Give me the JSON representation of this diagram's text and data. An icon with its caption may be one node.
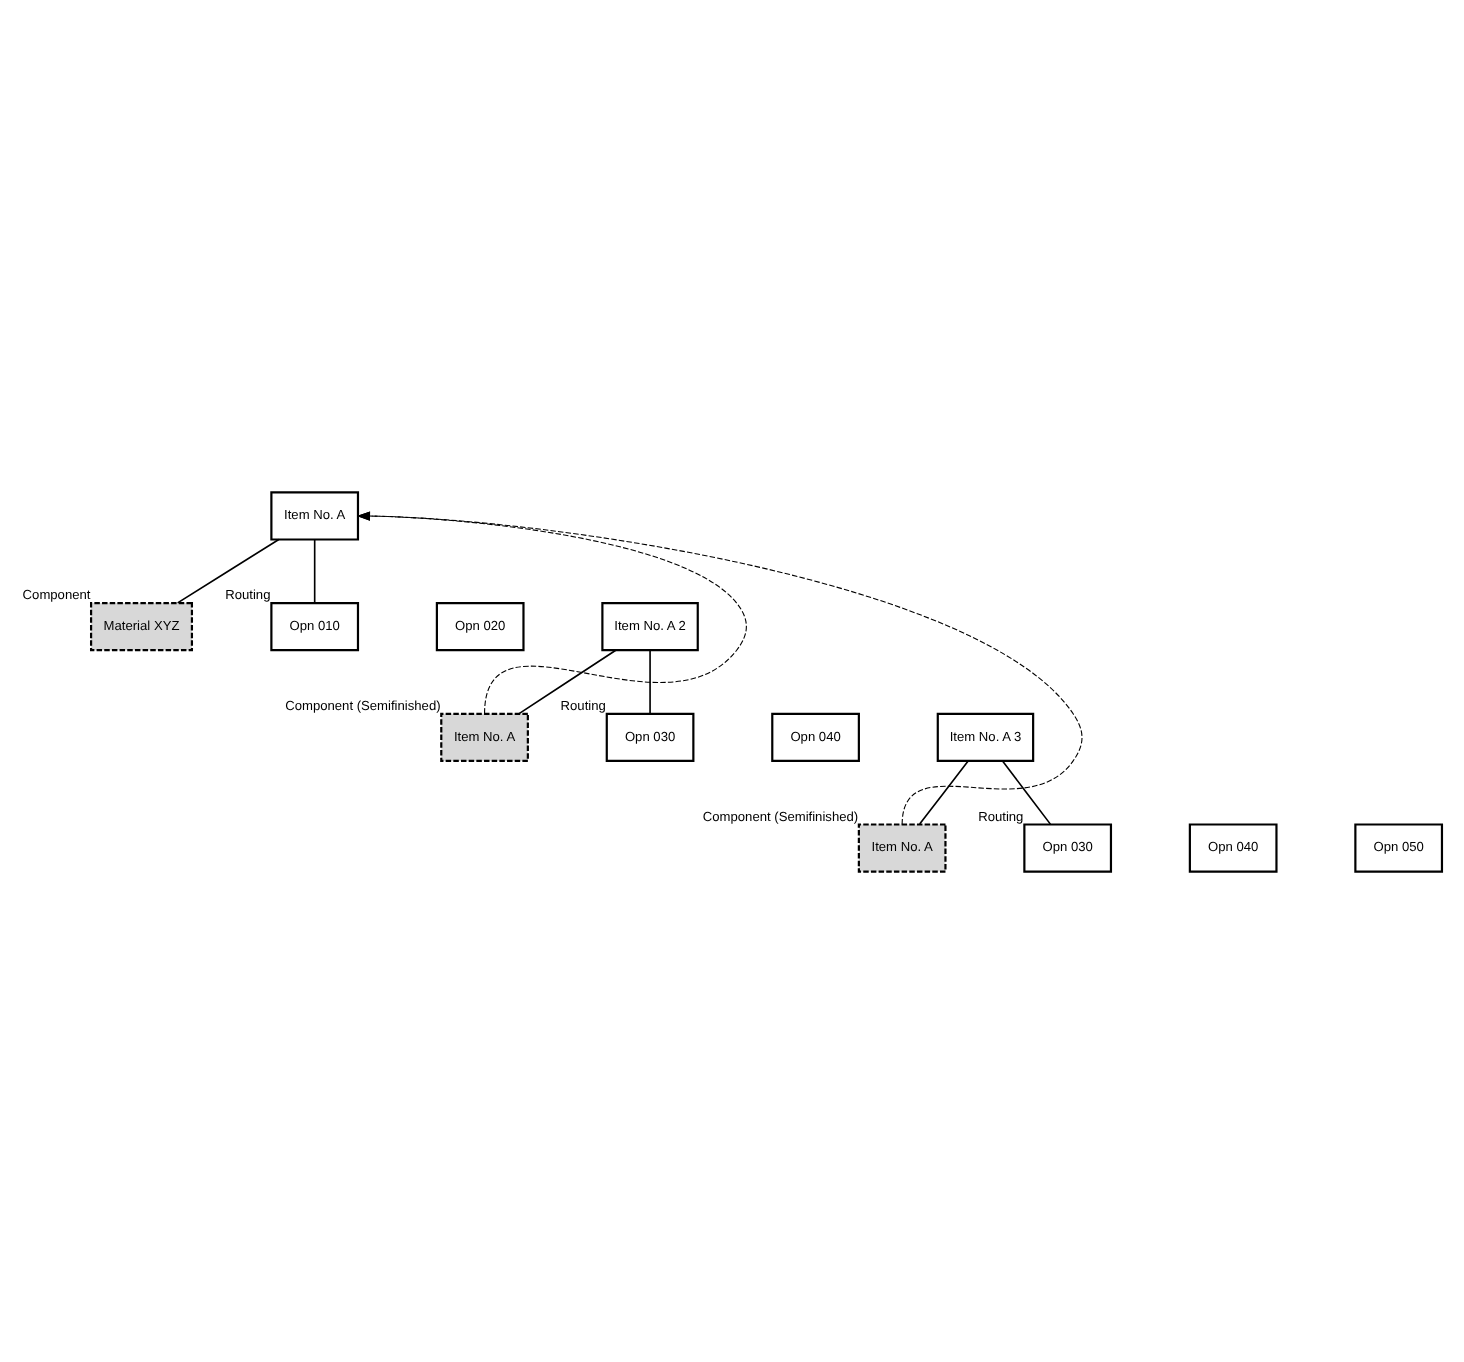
{
  "diagram": {
    "nodes": [
      {
        "text": [
          "Item No. A"
        ]
      },
      {
        "text": [
          "Material XYZ"
        ],
        "beside": [
          "Component"
        ]
      },
      {
        "text": [
          "Opn 010"
        ],
        "beside": [
          "Routing"
        ]
      },
      {
        "text": [
          "Opn 020"
        ]
      },
      {
        "text": [
          "Item No. A 2"
        ]
      },
      {
        "text": [
          "Item No. A"
        ],
        "beside": [
          "Component (Semifinished)"
        ]
      },
      {
        "text": [
          "Opn 030"
        ],
        "beside": [
          "Routing"
        ]
      },
      {
        "text": [
          "Opn 040"
        ]
      },
      {
        "text": [
          "Item No. A 3"
        ]
      },
      {
        "text": [
          "Item No. A"
        ],
        "beside": [
          "Component (Semifinished)"
        ]
      },
      {
        "text": [
          "Opn 030"
        ],
        "beside": [
          "Routing"
        ]
      },
      {
        "text": [
          "Opn 040"
        ]
      },
      {
        "text": [
          "Opn 050"
        ]
      }
    ],
    "edges": [
      {
        "from": 0,
        "to": 1,
        "arrow": "none"
      },
      {
        "from": 0,
        "to": 2,
        "arrow": "none"
      },
      {
        "from": 4,
        "to": 5,
        "arrow": "none"
      },
      {
        "from": 4,
        "to": 6,
        "arrow": "none"
      },
      {
        "from": 8,
        "to": 9,
        "arrow": "none"
      },
      {
        "from": 8,
        "to": 10,
        "arrow": "none"
      },
      {
        "from": 5,
        "to": 0,
        "arrow": "to",
        "style": "dashed"
      },
      {
        "from": 9,
        "to": 0,
        "arrow": "to",
        "style": "dashed"
      }
    ]
  }
}
